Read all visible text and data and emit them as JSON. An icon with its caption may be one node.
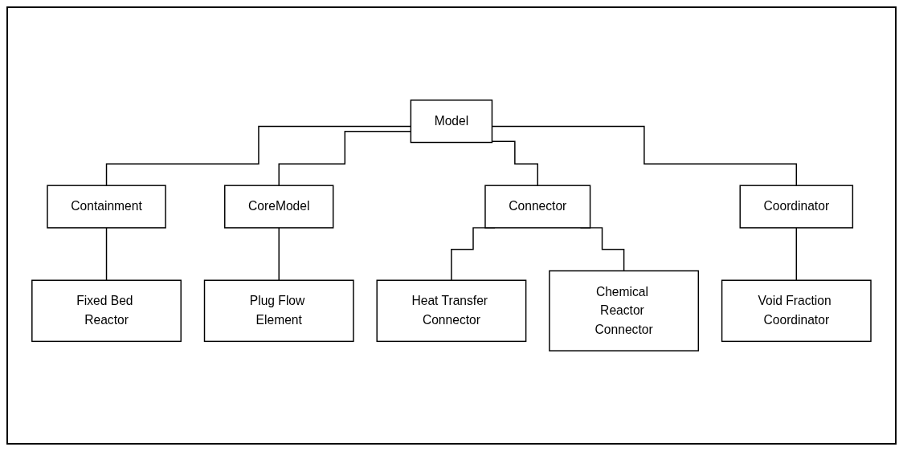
{
  "diagram": {
    "nodes": [
      {
        "text": [
          "Model"
        ]
      },
      {
        "text": [
          "Containment"
        ]
      },
      {
        "text": [
          "CoreModel"
        ]
      },
      {
        "text": [
          "Connector"
        ]
      },
      {
        "text": [
          "Coordinator"
        ]
      },
      {
        "text": [
          "Fixed Bed Reactor"
        ]
      },
      {
        "text": [
          "Plug Flow Element"
        ]
      },
      {
        "text": [
          "Heat Transfer Connector"
        ]
      },
      {
        "text": [
          "Chemical Reactor Connector"
        ]
      },
      {
        "text": [
          "Void Fraction Coordinator"
        ]
      }
    ],
    "edges": [
      {
        "from": 0,
        "to": 1,
        "arrow": "none"
      },
      {
        "from": 0,
        "to": 2,
        "arrow": "none"
      },
      {
        "from": 0,
        "to": 3,
        "arrow": "none"
      },
      {
        "from": 0,
        "to": 4,
        "arrow": "none"
      },
      {
        "from": 1,
        "to": 5,
        "arrow": "none"
      },
      {
        "from": 2,
        "to": 6,
        "arrow": "none"
      },
      {
        "from": 3,
        "to": 7,
        "arrow": "none"
      },
      {
        "from": 3,
        "to": 8,
        "arrow": "none"
      },
      {
        "from": 4,
        "to": 9,
        "arrow": "none"
      }
    ]
  }
}
